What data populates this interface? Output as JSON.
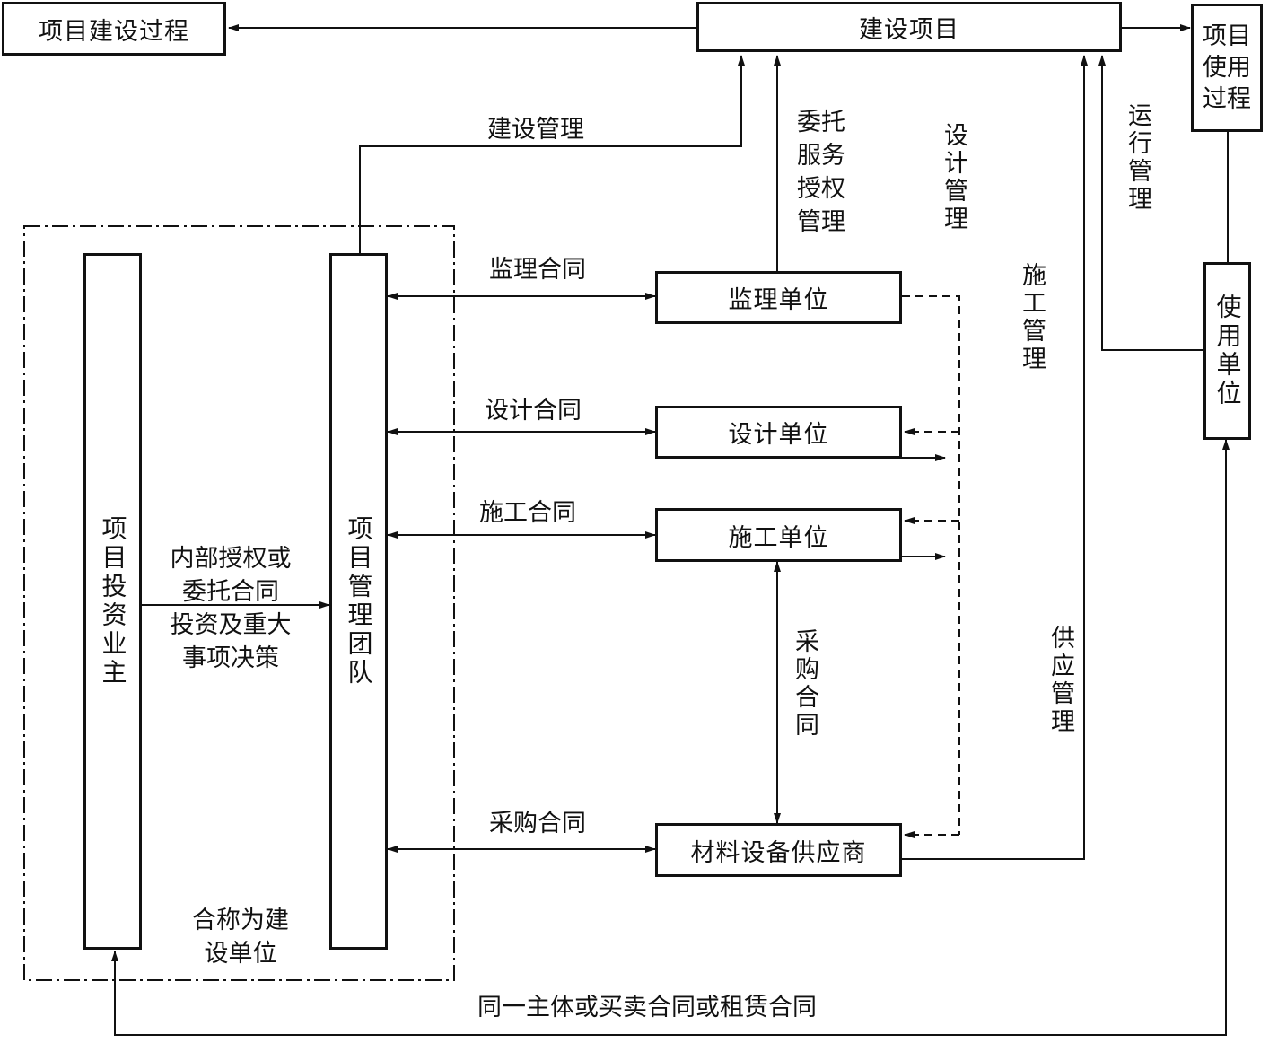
{
  "boxes": {
    "construction_process": "项目建设过程",
    "construction_project": "建设项目",
    "usage_process": "项目\n使用\n过程",
    "investor_owner": "项目投资业主",
    "pm_team": "项目管理团队",
    "supervisor": "监理单位",
    "designer": "设计单位",
    "contractor": "施工单位",
    "supplier": "材料设备供应商",
    "user_unit": "使用单位"
  },
  "labels": {
    "construction_management": "建设管理",
    "entrusted_service": "委托\n服务\n授权\n管理",
    "design_management": "设计管理",
    "construction_mgmt_vertical": "施工管理",
    "operation_management": "运行管理",
    "supply_management": "供应管理",
    "supervision_contract": "监理合同",
    "design_contract": "设计合同",
    "construction_contract": "施工合同",
    "procurement_contract_h": "采购合同",
    "procurement_contract_v": "采购合同",
    "internal_authorization": "内部授权或\n委托合同",
    "investment_decision": "投资及重大\n事项决策",
    "collectively_called": "合称为建\n设单位",
    "bottom_contract": "同一主体或买卖合同或租赁合同"
  }
}
